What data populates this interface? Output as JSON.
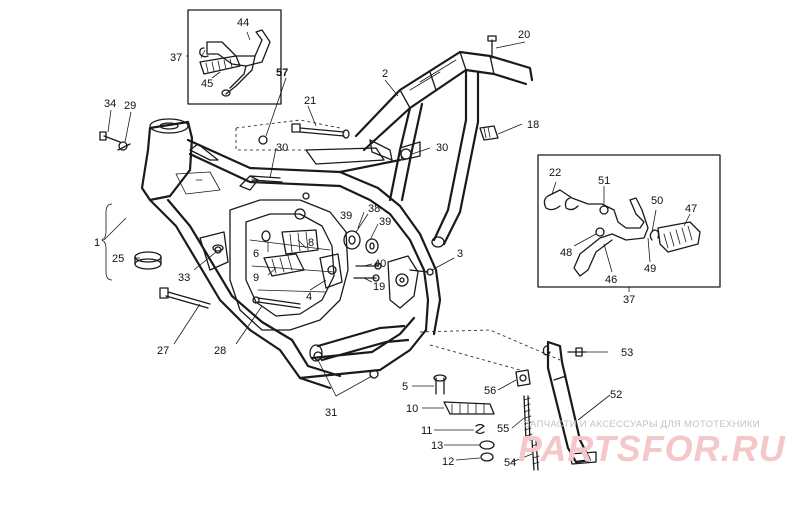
{
  "labels": {
    "l1": "1",
    "l2": "2",
    "l3": "3",
    "l4": "4",
    "l5": "5",
    "l6": "6",
    "l8": "8",
    "l9": "9",
    "l10": "10",
    "l11": "11",
    "l12": "12",
    "l13": "13",
    "l18": "18",
    "l19": "19",
    "l20": "20",
    "l21": "21",
    "l22": "22",
    "l25": "25",
    "l27": "27",
    "l28": "28",
    "l29": "29",
    "l30a": "30",
    "l30b": "30",
    "l31": "31",
    "l33": "33",
    "l34": "34",
    "l37a": "37",
    "l37b": "37",
    "l38": "38",
    "l39a": "39",
    "l39b": "39",
    "l40": "40",
    "l44": "44",
    "l45": "45",
    "l46": "46",
    "l47": "47",
    "l48": "48",
    "l49": "49",
    "l50": "50",
    "l51": "51",
    "l52": "52",
    "l53": "53",
    "l54": "54",
    "l55": "55",
    "l56": "56",
    "l57": "57"
  },
  "watermark": {
    "line1": "ЗАПЧАСТИ И АКСЕССУАРЫ ДЛЯ МОТОТЕХНИКИ",
    "logo": "PARTSFOR.RU"
  },
  "colors": {
    "ink": "#1a1a1a",
    "watermark_logo": "#f4c8c8",
    "watermark_text": "#c2c2c2"
  }
}
